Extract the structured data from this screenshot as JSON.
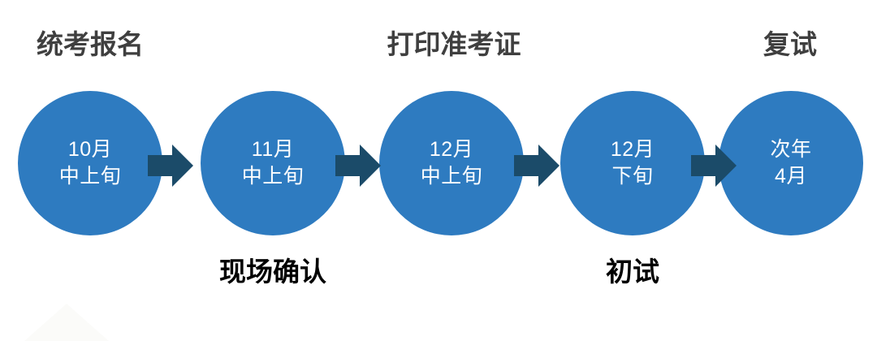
{
  "diagram": {
    "type": "process-flow-timeline",
    "title_visible": false,
    "colors": {
      "circle_fill": "#2e7bc0",
      "arrow_fill": "#1b4b69",
      "circle_text": "#ffffff",
      "label_top_text": "#3f3f3f",
      "label_bottom_text": "#000000",
      "background": "#ffffff"
    },
    "stages": [
      {
        "id": "stage-1",
        "label_top": "统考报名",
        "label_bottom": "",
        "circle_lines": [
          "10月",
          "中上旬"
        ]
      },
      {
        "id": "stage-2",
        "label_top": "",
        "label_bottom": "现场确认",
        "circle_lines": [
          "11月",
          "中上旬"
        ]
      },
      {
        "id": "stage-3",
        "label_top": "打印准考证",
        "label_bottom": "",
        "circle_lines": [
          "12月",
          "中上旬"
        ]
      },
      {
        "id": "stage-4",
        "label_top": "",
        "label_bottom": "初试",
        "circle_lines": [
          "12月",
          "下旬"
        ]
      },
      {
        "id": "stage-5",
        "label_top": "复试",
        "label_bottom": "",
        "circle_lines": [
          "次年",
          "4月"
        ]
      }
    ],
    "connectors": [
      {
        "id": "arrow-1",
        "icon": "arrow-right-icon"
      },
      {
        "id": "arrow-2",
        "icon": "arrow-right-icon"
      },
      {
        "id": "arrow-3",
        "icon": "arrow-right-icon"
      },
      {
        "id": "arrow-4",
        "icon": "arrow-right-icon"
      }
    ],
    "watermark": {
      "icon": "triangle-watermark"
    }
  }
}
